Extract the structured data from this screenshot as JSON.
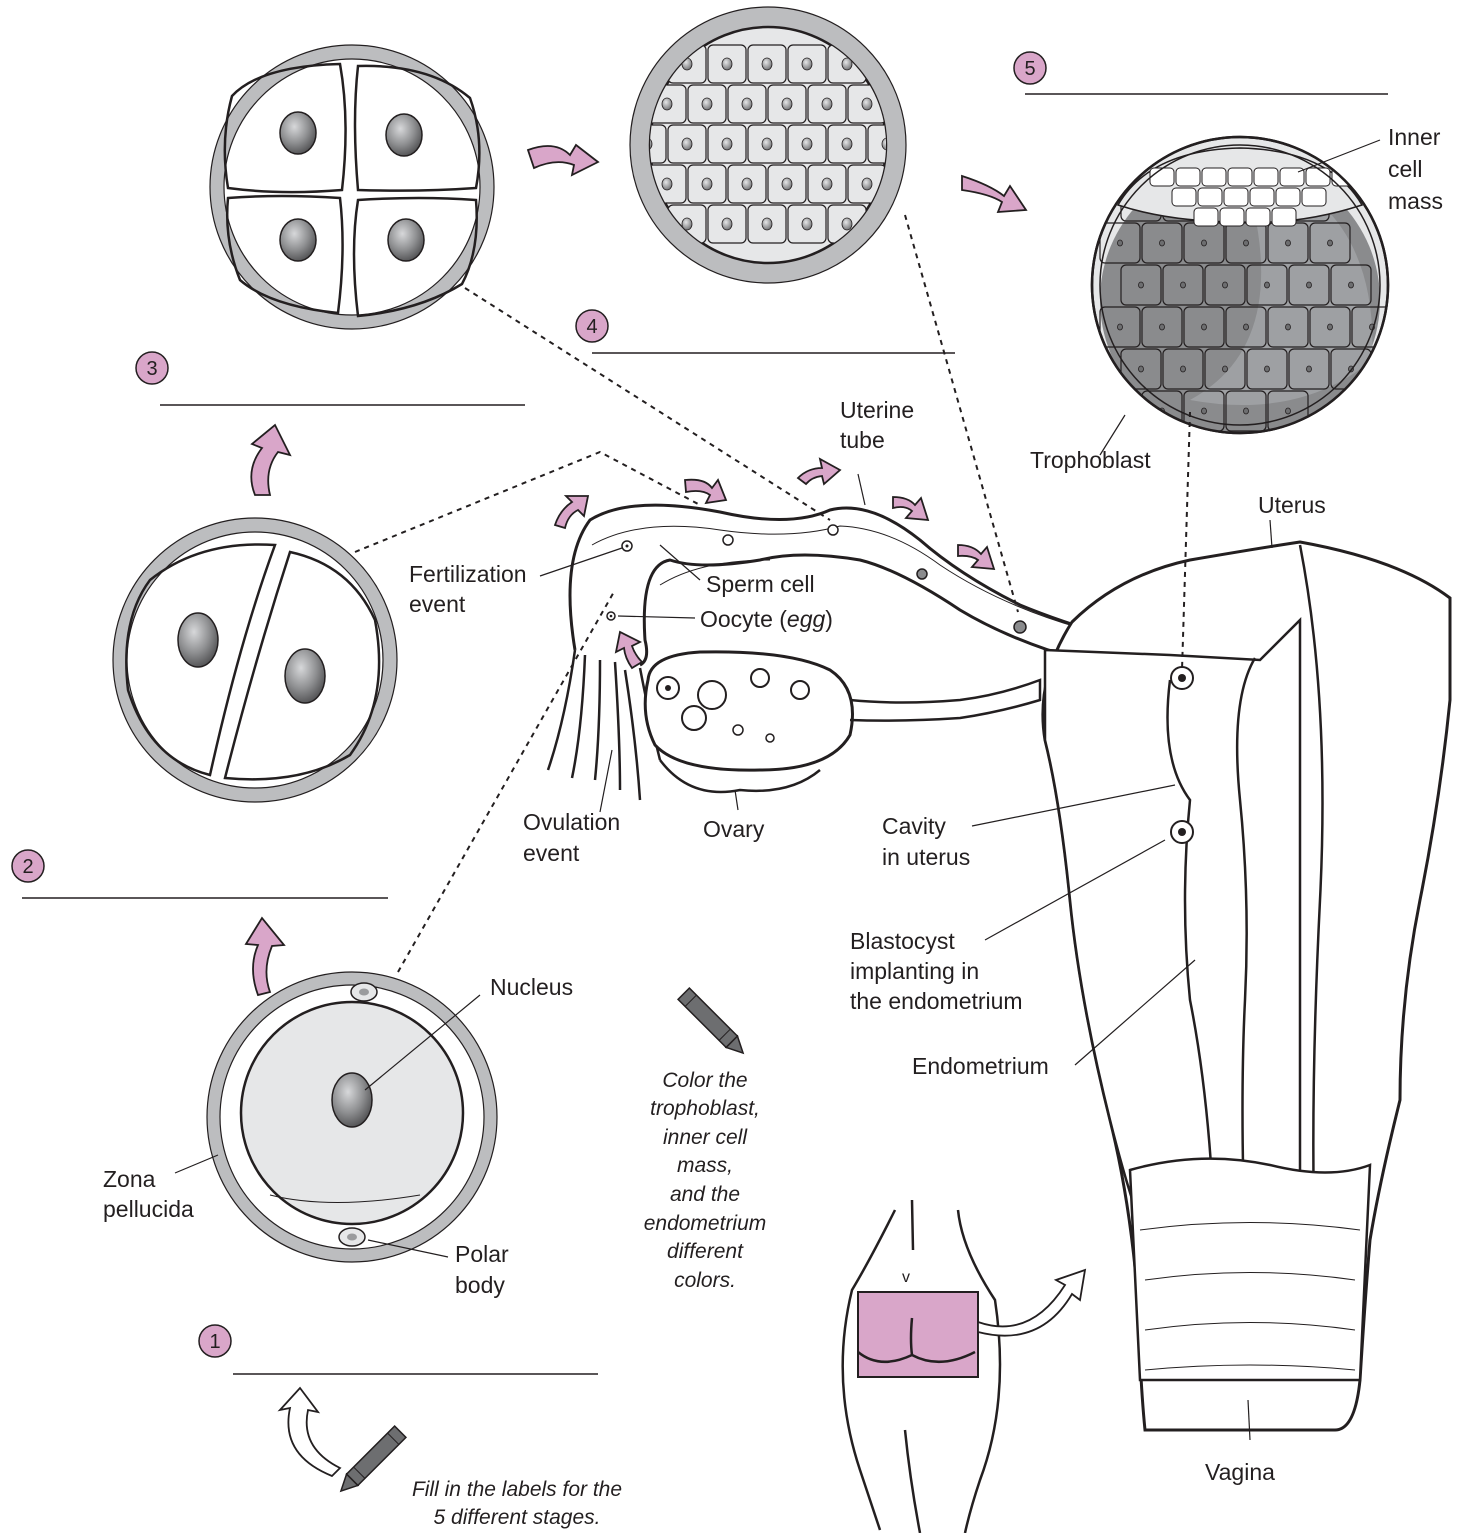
{
  "colors": {
    "accent_pink": "#d9a6c9",
    "zona_gray": "#bcbdbf",
    "cell_fill": "#e6e7e8",
    "blastocyst_dark": "#8a8b8d",
    "line": "#231f20"
  },
  "stages": [
    {
      "number": "1"
    },
    {
      "number": "2"
    },
    {
      "number": "3"
    },
    {
      "number": "4"
    },
    {
      "number": "5"
    }
  ],
  "labels": {
    "inner_cell_mass": [
      "Inner",
      "cell",
      "mass"
    ],
    "trophoblast": "Trophoblast",
    "uterine_tube": [
      "Uterine",
      "tube"
    ],
    "uterus": "Uterus",
    "fertilization_event": [
      "Fertilization",
      "event"
    ],
    "sperm_cell": "Sperm cell",
    "oocyte": "Oocyte (",
    "oocyte_egg": "egg",
    "oocyte_close": ")",
    "ovulation_event": [
      "Ovulation",
      "event"
    ],
    "ovary": "Ovary",
    "cavity_in_uterus": [
      "Cavity",
      "in uterus"
    ],
    "blastocyst_implanting": [
      "Blastocyst",
      "implanting in",
      "the endometrium"
    ],
    "endometrium": "Endometrium",
    "nucleus": "Nucleus",
    "zona_pellucida": [
      "Zona",
      "pellucida"
    ],
    "polar_body": [
      "Polar",
      "body"
    ],
    "vagina": "Vagina"
  },
  "instructions": {
    "color": [
      "Color the",
      "trophoblast,",
      "inner cell",
      "mass,",
      "and the",
      "endometrium",
      "different",
      "colors."
    ],
    "fill_in": [
      "Fill in the labels for the",
      "5 different stages."
    ]
  },
  "icons": [
    "crayon-icon",
    "crayon-icon",
    "curved-arrow-icon",
    "chevron-down-icon"
  ]
}
